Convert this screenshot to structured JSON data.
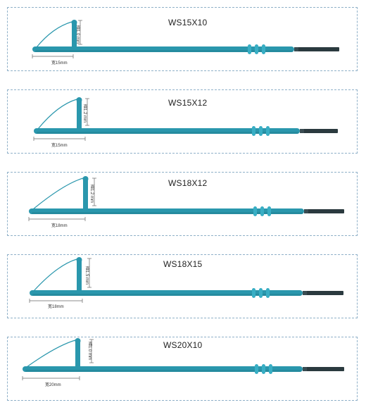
{
  "colors": {
    "body": "#2a97ad",
    "body_dark": "#1f7f92",
    "ring": "#38aec4",
    "tip": "#2b3a3f",
    "border": "#8fb0c8",
    "dim_line": "#666666"
  },
  "probes": [
    {
      "model": "WS15X10",
      "width_label": "宽15mm",
      "height_label": "高1.0 mm"
    },
    {
      "model": "WS15X12",
      "width_label": "宽15mm",
      "height_label": "高1.2 mm"
    },
    {
      "model": "WS18X12",
      "width_label": "宽18mm",
      "height_label": "高1.2 mm"
    },
    {
      "model": "WS18X15",
      "width_label": "宽18mm",
      "height_label": "高1.5 mm"
    },
    {
      "model": "WS20X10",
      "width_label": "宽20mm",
      "height_label": "高1.0 mm"
    }
  ]
}
